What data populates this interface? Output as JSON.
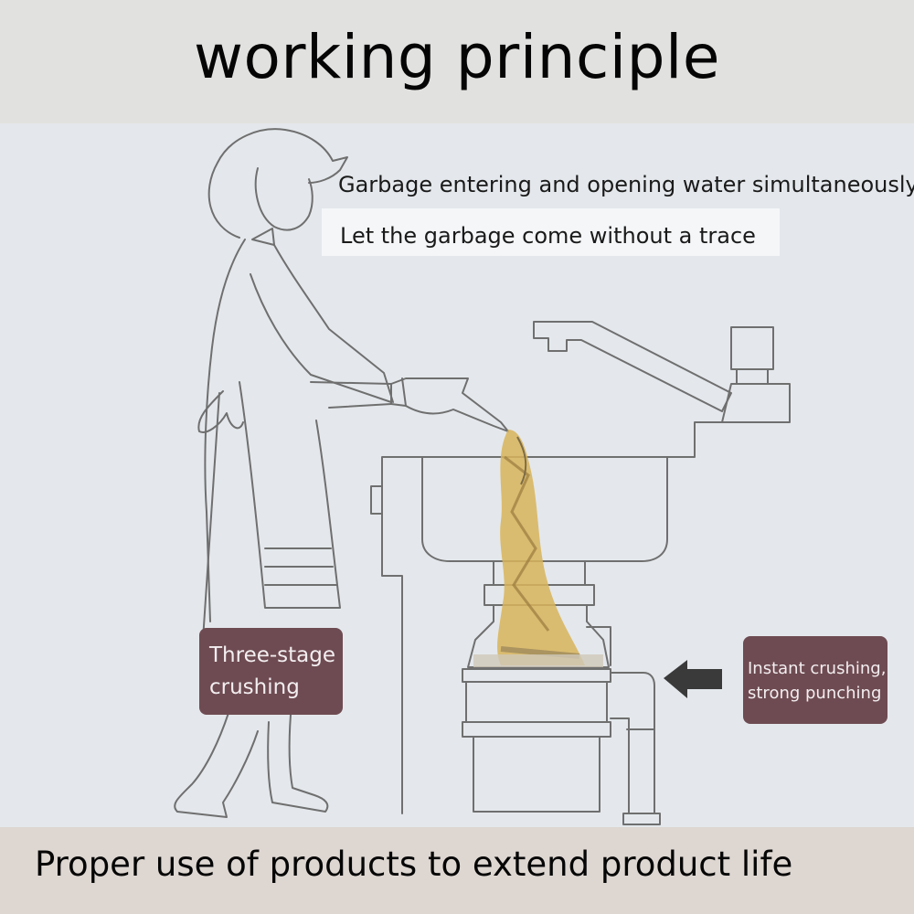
{
  "header": {
    "title": "working principle"
  },
  "captions": {
    "line1": "Garbage entering and opening water simultaneously",
    "line2": "Let the garbage come without a trace"
  },
  "tags": {
    "left": {
      "line1": "Three-stage",
      "line2": "crushing"
    },
    "right": {
      "line1": "Instant crushing,",
      "line2": "strong punching"
    }
  },
  "footer": {
    "text": "Proper use of products to extend product life"
  },
  "colors": {
    "header_bg": "#e1e1df",
    "scene_bg": "#e4e8ec",
    "tag_bg": "#6e4b52",
    "footer_bg": "#ddd6d1",
    "garbage": "#d8b45a"
  }
}
